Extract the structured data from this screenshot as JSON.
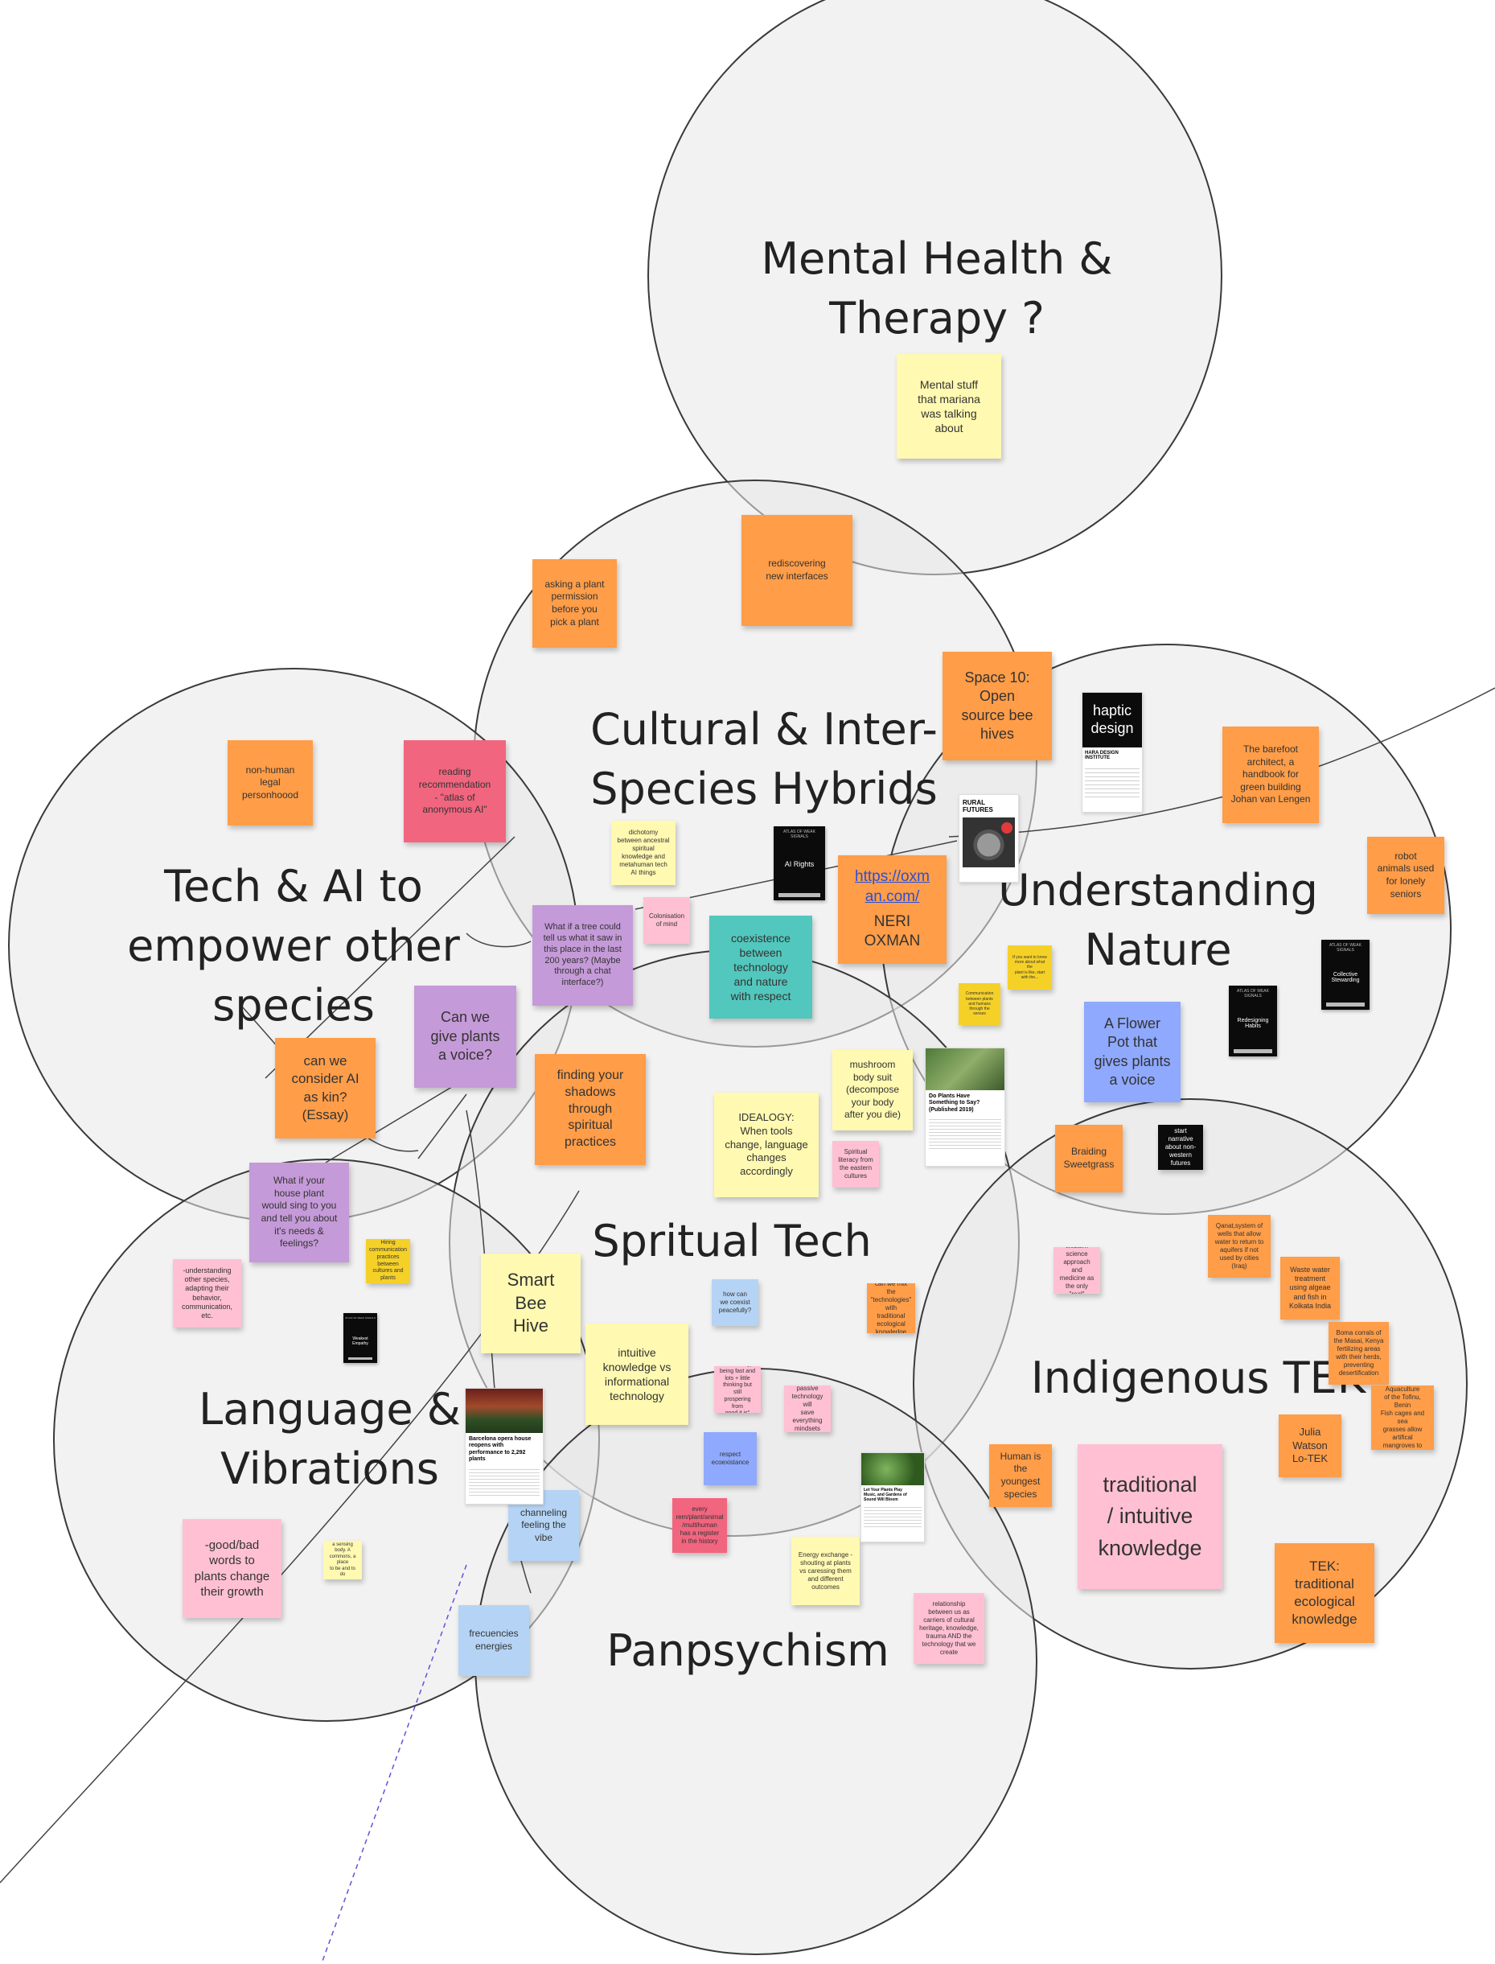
{
  "colors": {
    "orange": "#ff9d48",
    "yellow": "#fff9b1",
    "pink": "#ffc0d4",
    "magenta": "#f2657f",
    "purple": "#c59ad8",
    "teal": "#52c7bd",
    "blue": "#8fa9ff",
    "light_blue": "#b5d4f5",
    "gold": "#f5d128",
    "gray_circle": "#e8e8e8"
  },
  "circles": [
    {
      "title": "Mental Health &\nTherapy ?"
    },
    {
      "title": "Cultural & Inter-\nSpecies Hybrids"
    },
    {
      "title": "Tech & AI to\nempower other\nspecies"
    },
    {
      "title": "Understanding\nNature"
    },
    {
      "title": "Spritual Tech"
    },
    {
      "title": "Language &\nVibrations"
    },
    {
      "title": "Indigenous TEK"
    },
    {
      "title": "Panpsychism"
    }
  ],
  "notes": [
    {
      "text": "Mental stuff\nthat mariana\nwas talking\nabout",
      "color": "yellow"
    },
    {
      "text": "asking a plant\npermission\nbefore you\npick a plant",
      "color": "orange"
    },
    {
      "text": "rediscovering\nnew interfaces",
      "color": "orange"
    },
    {
      "text": "Space 10:\nOpen\nsource bee\nhives",
      "color": "orange"
    },
    {
      "text": "non-human\nlegal\npersonhoood",
      "color": "orange"
    },
    {
      "text": "reading\nrecommendation\n- \"atlas of\nanonymous AI\"",
      "color": "magenta"
    },
    {
      "text": "dichotomy\nbetween ancestral\nspiritual\nknowledge and\nmetahuman tech\nAI things",
      "color": "yellow"
    },
    {
      "text": "Colonisation\nof mind",
      "color": "pink"
    },
    {
      "text": "What if a tree could\ntell us what it saw in\nthis place in the last\n200 years? (Maybe\nthrough a chat\ninterface?)",
      "color": "purple"
    },
    {
      "text": "coexistence\nbetween\ntechnology\nand nature\nwith respect",
      "color": "teal"
    },
    {
      "text": "https://oxm\nan.com/",
      "color": "orange"
    },
    {
      "text": "NERI\nOXMAN",
      "color": "orange"
    },
    {
      "text": "The barefoot\narchitect, a\nhandbook for\ngreen building\nJohan van Lengen",
      "color": "orange"
    },
    {
      "text": "robot\nanimals used\nfor lonely\nseniors",
      "color": "orange"
    },
    {
      "text": "Can we\ngive plants\na voice?",
      "color": "purple"
    },
    {
      "text": "can we\nconsider AI\nas kin?\n(Essay)",
      "color": "orange"
    },
    {
      "text": "finding your\nshadows\nthrough\nspiritual\npractices",
      "color": "orange"
    },
    {
      "text": "mushroom\nbody suit\n(decompose\nyour body\nafter you die)",
      "color": "yellow"
    },
    {
      "text": "IDEALOGY:\nWhen tools\nchange, language\nchanges\naccordingly",
      "color": "yellow"
    },
    {
      "text": "Spiritual\nliteracy from\nthe eastern\ncultures",
      "color": "pink"
    },
    {
      "text": "A Flower\nPot that\ngives plants\na voice",
      "color": "blue"
    },
    {
      "text": "Braiding\nSweetgrass",
      "color": "orange"
    },
    {
      "text": "What if your\nhouse plant\nwould sing to you\nand tell you about\nit's needs &\nfeelings?",
      "color": "purple"
    },
    {
      "text": "-understanding\nother species,\nadapting their\nbehavior,\ncommunication,\netc.",
      "color": "pink"
    },
    {
      "text": "Smart\nBee\nHive",
      "color": "yellow"
    },
    {
      "text": "intuitive\nknowledge vs\ninformational\ntechnology",
      "color": "yellow"
    },
    {
      "text": "how can\nwe coexist\npeacefully?",
      "color": "light_blue"
    },
    {
      "text": "can we mix the\n\"technologies\"\nwith traditional\necological\nknowledge",
      "color": "orange"
    },
    {
      "text": "Keeping western\nscience approach\nand medicine as\nthe only \"real\"\nscience",
      "color": "pink"
    },
    {
      "text": "Qanat,system of\nwells that allow\nwater to return to\naquifers if not\nused by cities\n(Iraq)",
      "color": "orange"
    },
    {
      "text": "Waste water\ntreatment\nusing algeae\nand fish in\nKolkata India",
      "color": "orange"
    },
    {
      "text": "Boma corrals of\nthe Masai, Kenya\nfertilizing areas\nwith their herds,\npreventing\ndesertification",
      "color": "orange"
    },
    {
      "text": "Acadja Aquaculture\nof the Tofinu, Benin\nFish cages and sea\ngrasses allow artifical\nmangroves to grow.",
      "color": "orange"
    },
    {
      "text": "Julia\nWatson\nLo-TEK",
      "color": "orange"
    },
    {
      "text": "Human is\nthe\nyoungest\nspecies",
      "color": "orange"
    },
    {
      "text": "traditional\n/ intuitive\nknowledge",
      "color": "pink"
    },
    {
      "text": "TEK:\ntraditional\necological\nknowledge",
      "color": "orange"
    },
    {
      "text": "\"Technology\nbeing fast and\nlots + little\nthinking but still\nprospering from\ngood it is\"",
      "color": "pink"
    },
    {
      "text": "passive\ntechnology will\nsave\neverything\nmindsets",
      "color": "pink"
    },
    {
      "text": "respect\necoexistance",
      "color": "blue"
    },
    {
      "text": "channeling\nfeeling the\nvibe",
      "color": "light_blue"
    },
    {
      "text": "every\nrem/plant/animal\n/multihuman\nhas a register\nin the history",
      "color": "magenta"
    },
    {
      "text": "Energy exchange -\nshouting at plants\nvs caressing them\nand different\noutcomes",
      "color": "yellow"
    },
    {
      "text": "relationship\nbetween us as\ncarriers of cultural\nheritage, knowledge,\ntrauma AND the\ntechnology that we\ncreate",
      "color": "pink"
    },
    {
      "text": "frecuencies\nenergies",
      "color": "light_blue"
    },
    {
      "text": "-good/bad\nwords to\nplants change\ntheir growth",
      "color": "pink"
    },
    {
      "text": "Hiring\ncommunication\npractices between\ncultures and\nplants",
      "color": "gold"
    },
    {
      "text": "a sensing body. A\ncommons, a place\nto be and to do",
      "color": "yellow"
    },
    {
      "text": "start narrative\nabout non-\nwestern\nfutures",
      "color": "black"
    }
  ],
  "misc_small_notes": [
    {
      "text": "If you want to know\nmore about what the\nplant is like, start\nwith the...",
      "color": "gold"
    },
    {
      "text": "Communication\nbetween plants\nand humans\nthrough the\nsenses",
      "color": "gold"
    }
  ],
  "books": [
    {
      "series": "ATLAS OF WEAK SIGNALS",
      "title": "AI Rights"
    },
    {
      "series": "ATLAS OF WEAK SIGNALS",
      "title": "Collective\nStewarding"
    },
    {
      "series": "ATLAS OF WEAK SIGNALS",
      "title": "Redesigning\nHabits"
    },
    {
      "series": "ATLAS OF WEAK SIGNALS",
      "title": "Weakest\nEmpathy"
    }
  ],
  "haptic_card": {
    "title": "haptic\ndesign",
    "subtitle": "HARA DESIGN\nINSTITUTE"
  },
  "rural_card": {
    "title": "RURAL\nFUTURES"
  },
  "article_cards": [
    {
      "headline": "Do Plants Have\nSomething to Say?\n(Published 2019)"
    },
    {
      "headline": "Barcelona opera house\nreopens with\nperformance to 2,292\nplants"
    },
    {
      "headline": "Let Your Plants Play\nMusic, and Gardens of\nSound Will Bloom"
    }
  ]
}
